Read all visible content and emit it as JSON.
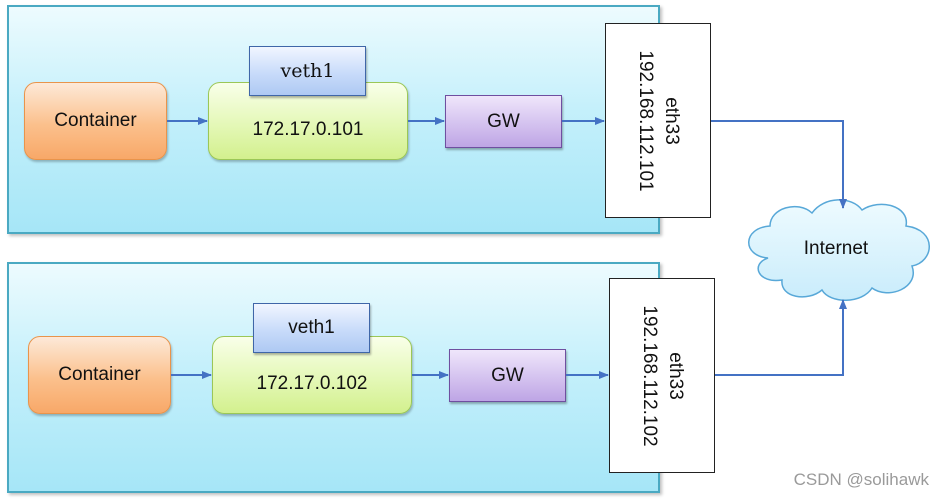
{
  "hosts": [
    {
      "container_label": "Container",
      "veth_label": "veth1",
      "ip_label": "172.17.0.101",
      "gw_label": "GW",
      "eth_name": "eth33",
      "eth_ip": "192.168.112.101"
    },
    {
      "container_label": "Container",
      "veth_label": "veth1",
      "ip_label": "172.17.0.102",
      "gw_label": "GW",
      "eth_name": "eth33",
      "eth_ip": "192.168.112.102"
    }
  ],
  "internet_label": "Internet",
  "watermark": "CSDN @solihawk",
  "colors": {
    "host_fill": "#a6e6f7",
    "container_fill": "#f8a868",
    "ip_fill": "#d3f08e",
    "veth_fill": "#aec9f3",
    "gw_fill": "#bea5e5",
    "arrow": "#4472c4",
    "cloud_fill": "#d7f2fd"
  }
}
